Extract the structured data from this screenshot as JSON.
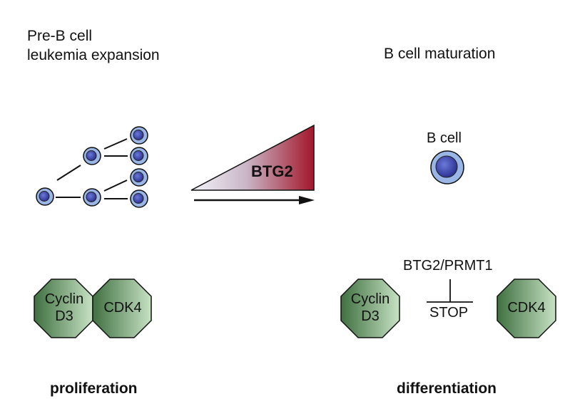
{
  "left": {
    "title_line1": "Pre-B cell",
    "title_line2": "leukemia expansion",
    "cyclin_line1": "Cyclin",
    "cyclin_line2": "D3",
    "cdk": "CDK4",
    "caption": "proliferation"
  },
  "center": {
    "gradient_label": "BTG2",
    "colors": {
      "gradient_start": "#f4f4fb",
      "gradient_end": "#a3162b"
    }
  },
  "right": {
    "title": "B cell maturation",
    "cell_label": "B cell",
    "complex_label": "BTG2/PRMT1",
    "stop_label": "STOP",
    "cyclin_line1": "Cyclin",
    "cyclin_line2": "D3",
    "cdk": "CDK4",
    "caption": "differentiation"
  },
  "colors": {
    "cell_outer": "#9ab6e6",
    "cell_inner": "#3a44ae",
    "octagon_dark": "#3f7040",
    "octagon_light": "#c7e2c4"
  }
}
